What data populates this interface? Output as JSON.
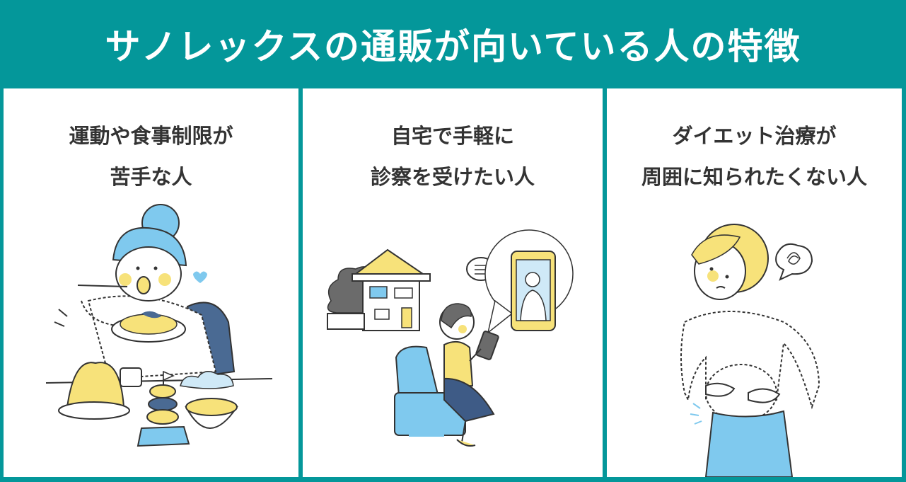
{
  "title": "サノレックスの通販が向いている人の特徴",
  "panels": [
    {
      "line1": "運動や食事制限が",
      "line2": "苦手な人",
      "illustration": "woman-eating-illustration"
    },
    {
      "line1": "自宅で手軽に",
      "line2": "診察を受けたい人",
      "illustration": "online-consultation-illustration"
    },
    {
      "line1": "ダイエット治療が",
      "line2": "周囲に知られたくない人",
      "illustration": "worried-woman-illustration"
    }
  ],
  "colors": {
    "teal": "#04979a",
    "blue": "#7fc9ee",
    "yellow": "#f7e27a",
    "navy": "#4a6a93",
    "gray": "#6b6b6b"
  }
}
